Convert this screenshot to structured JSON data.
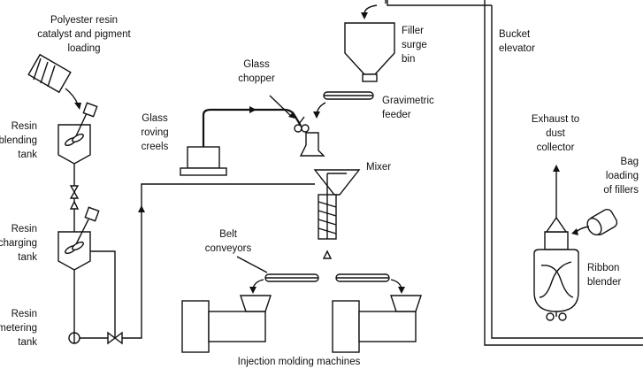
{
  "labels": {
    "resin_loading_1": "Polyester resin",
    "resin_loading_2": "catalyst and pigment",
    "resin_loading_3": "loading",
    "blend_1": "Resin",
    "blend_2": "blending",
    "blend_3": "tank",
    "charge_1": "Resin",
    "charge_2": "charging",
    "charge_3": "tank",
    "meter_1": "Resin",
    "meter_2": "metering",
    "meter_3": "tank",
    "chopper_1": "Glass",
    "chopper_2": "chopper",
    "roving_1": "Glass",
    "roving_2": "roving",
    "roving_3": "creels",
    "surge_1": "Filler",
    "surge_2": "surge",
    "surge_3": "bin",
    "grav_1": "Gravimetric",
    "grav_2": "feeder",
    "mixer": "Mixer",
    "belt_1": "Belt",
    "belt_2": "conveyors",
    "injection": "Injection molding machines",
    "bucket_1": "Bucket",
    "bucket_2": "elevator",
    "exhaust_1": "Exhaust to",
    "exhaust_2": "dust",
    "exhaust_3": "collector",
    "bag_1": "Bag",
    "bag_2": "loading",
    "bag_3": "of fillers",
    "ribbon_1": "Ribbon",
    "ribbon_2": "blender"
  }
}
